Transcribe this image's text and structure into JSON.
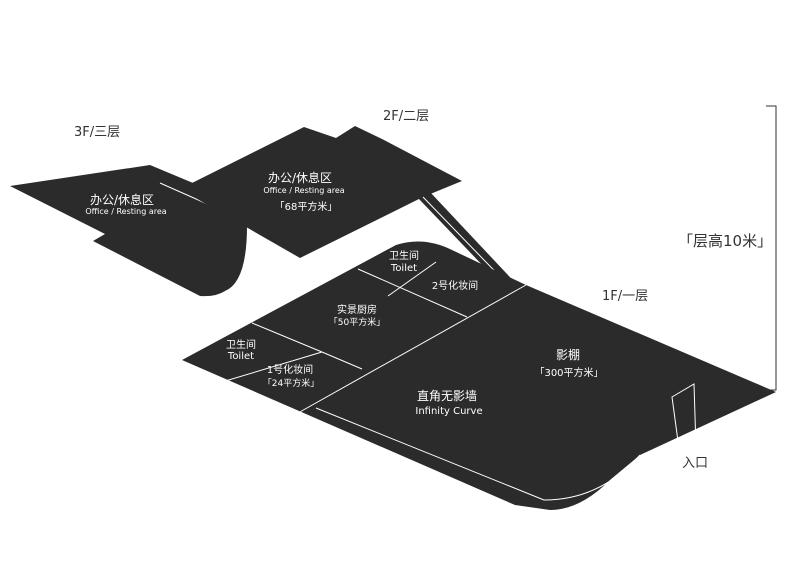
{
  "floors": {
    "f3": {
      "label": "3F/三层"
    },
    "f2": {
      "label": "2F/二层"
    },
    "f1": {
      "label": "1F/一层"
    }
  },
  "height": {
    "label": "「层高10米」"
  },
  "rooms": {
    "f3_office": {
      "zh": "办公/休息区",
      "en": "Office / Resting area"
    },
    "f2_office": {
      "zh": "办公/休息区",
      "en": "Office / Resting area",
      "area": "「68平方米」"
    },
    "toilet_top": {
      "zh": "卫生间",
      "en": "Toilet"
    },
    "makeup2": {
      "zh": "2号化妆间"
    },
    "kitchen": {
      "zh": "实景厨房",
      "area": "「50平方米」"
    },
    "toilet_left": {
      "zh": "卫生间",
      "en": "Toilet"
    },
    "makeup1": {
      "zh": "1号化妆间",
      "area": "「24平方米」"
    },
    "infinity": {
      "zh": "直角无影墙",
      "en": "Infinity Curve"
    },
    "studio": {
      "zh": "影棚",
      "area": "「300平方米」"
    }
  },
  "entrance": {
    "label": "入口"
  },
  "colors": {
    "floor": "#2b2b2b",
    "lines": "#ffffff",
    "text": "#333333"
  }
}
